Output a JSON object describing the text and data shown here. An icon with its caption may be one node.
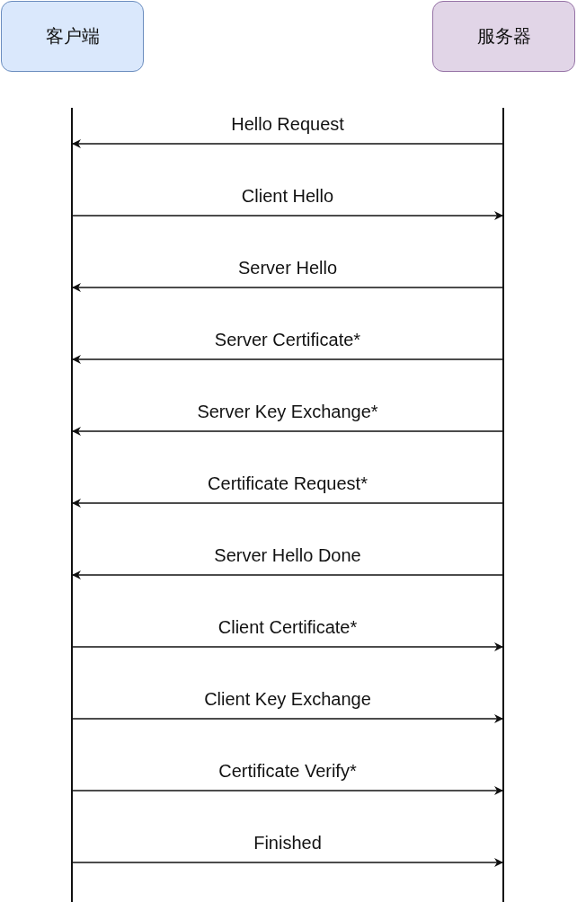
{
  "diagram": {
    "nodes": [
      {
        "text": [
          "客户端"
        ]
      },
      {
        "text": [
          "服务器"
        ]
      },
      {
        "text": [],
        "shape": "bar"
      },
      {
        "text": [],
        "shape": "bar"
      }
    ],
    "edges": [
      {
        "from": 3,
        "to": 2,
        "arrow": "to",
        "label": "Hello Request"
      },
      {
        "from": 2,
        "to": 3,
        "arrow": "to",
        "label": "Client Hello"
      },
      {
        "from": 3,
        "to": 2,
        "arrow": "to",
        "label": "Server Hello"
      },
      {
        "from": 3,
        "to": 2,
        "arrow": "to",
        "label": "Server Certificate*"
      },
      {
        "from": 3,
        "to": 2,
        "arrow": "to",
        "label": "Server Key Exchange*"
      },
      {
        "from": 3,
        "to": 2,
        "arrow": "to",
        "label": "Certificate Request*"
      },
      {
        "from": 3,
        "to": 2,
        "arrow": "to",
        "label": "Server Hello Done"
      },
      {
        "from": 2,
        "to": 3,
        "arrow": "to",
        "label": "Client Certificate*"
      },
      {
        "from": 2,
        "to": 3,
        "arrow": "to",
        "label": "Client Key Exchange"
      },
      {
        "from": 2,
        "to": 3,
        "arrow": "to",
        "label": "Certificate Verify*"
      },
      {
        "from": 2,
        "to": 3,
        "arrow": "to",
        "label": "Finished"
      }
    ]
  }
}
